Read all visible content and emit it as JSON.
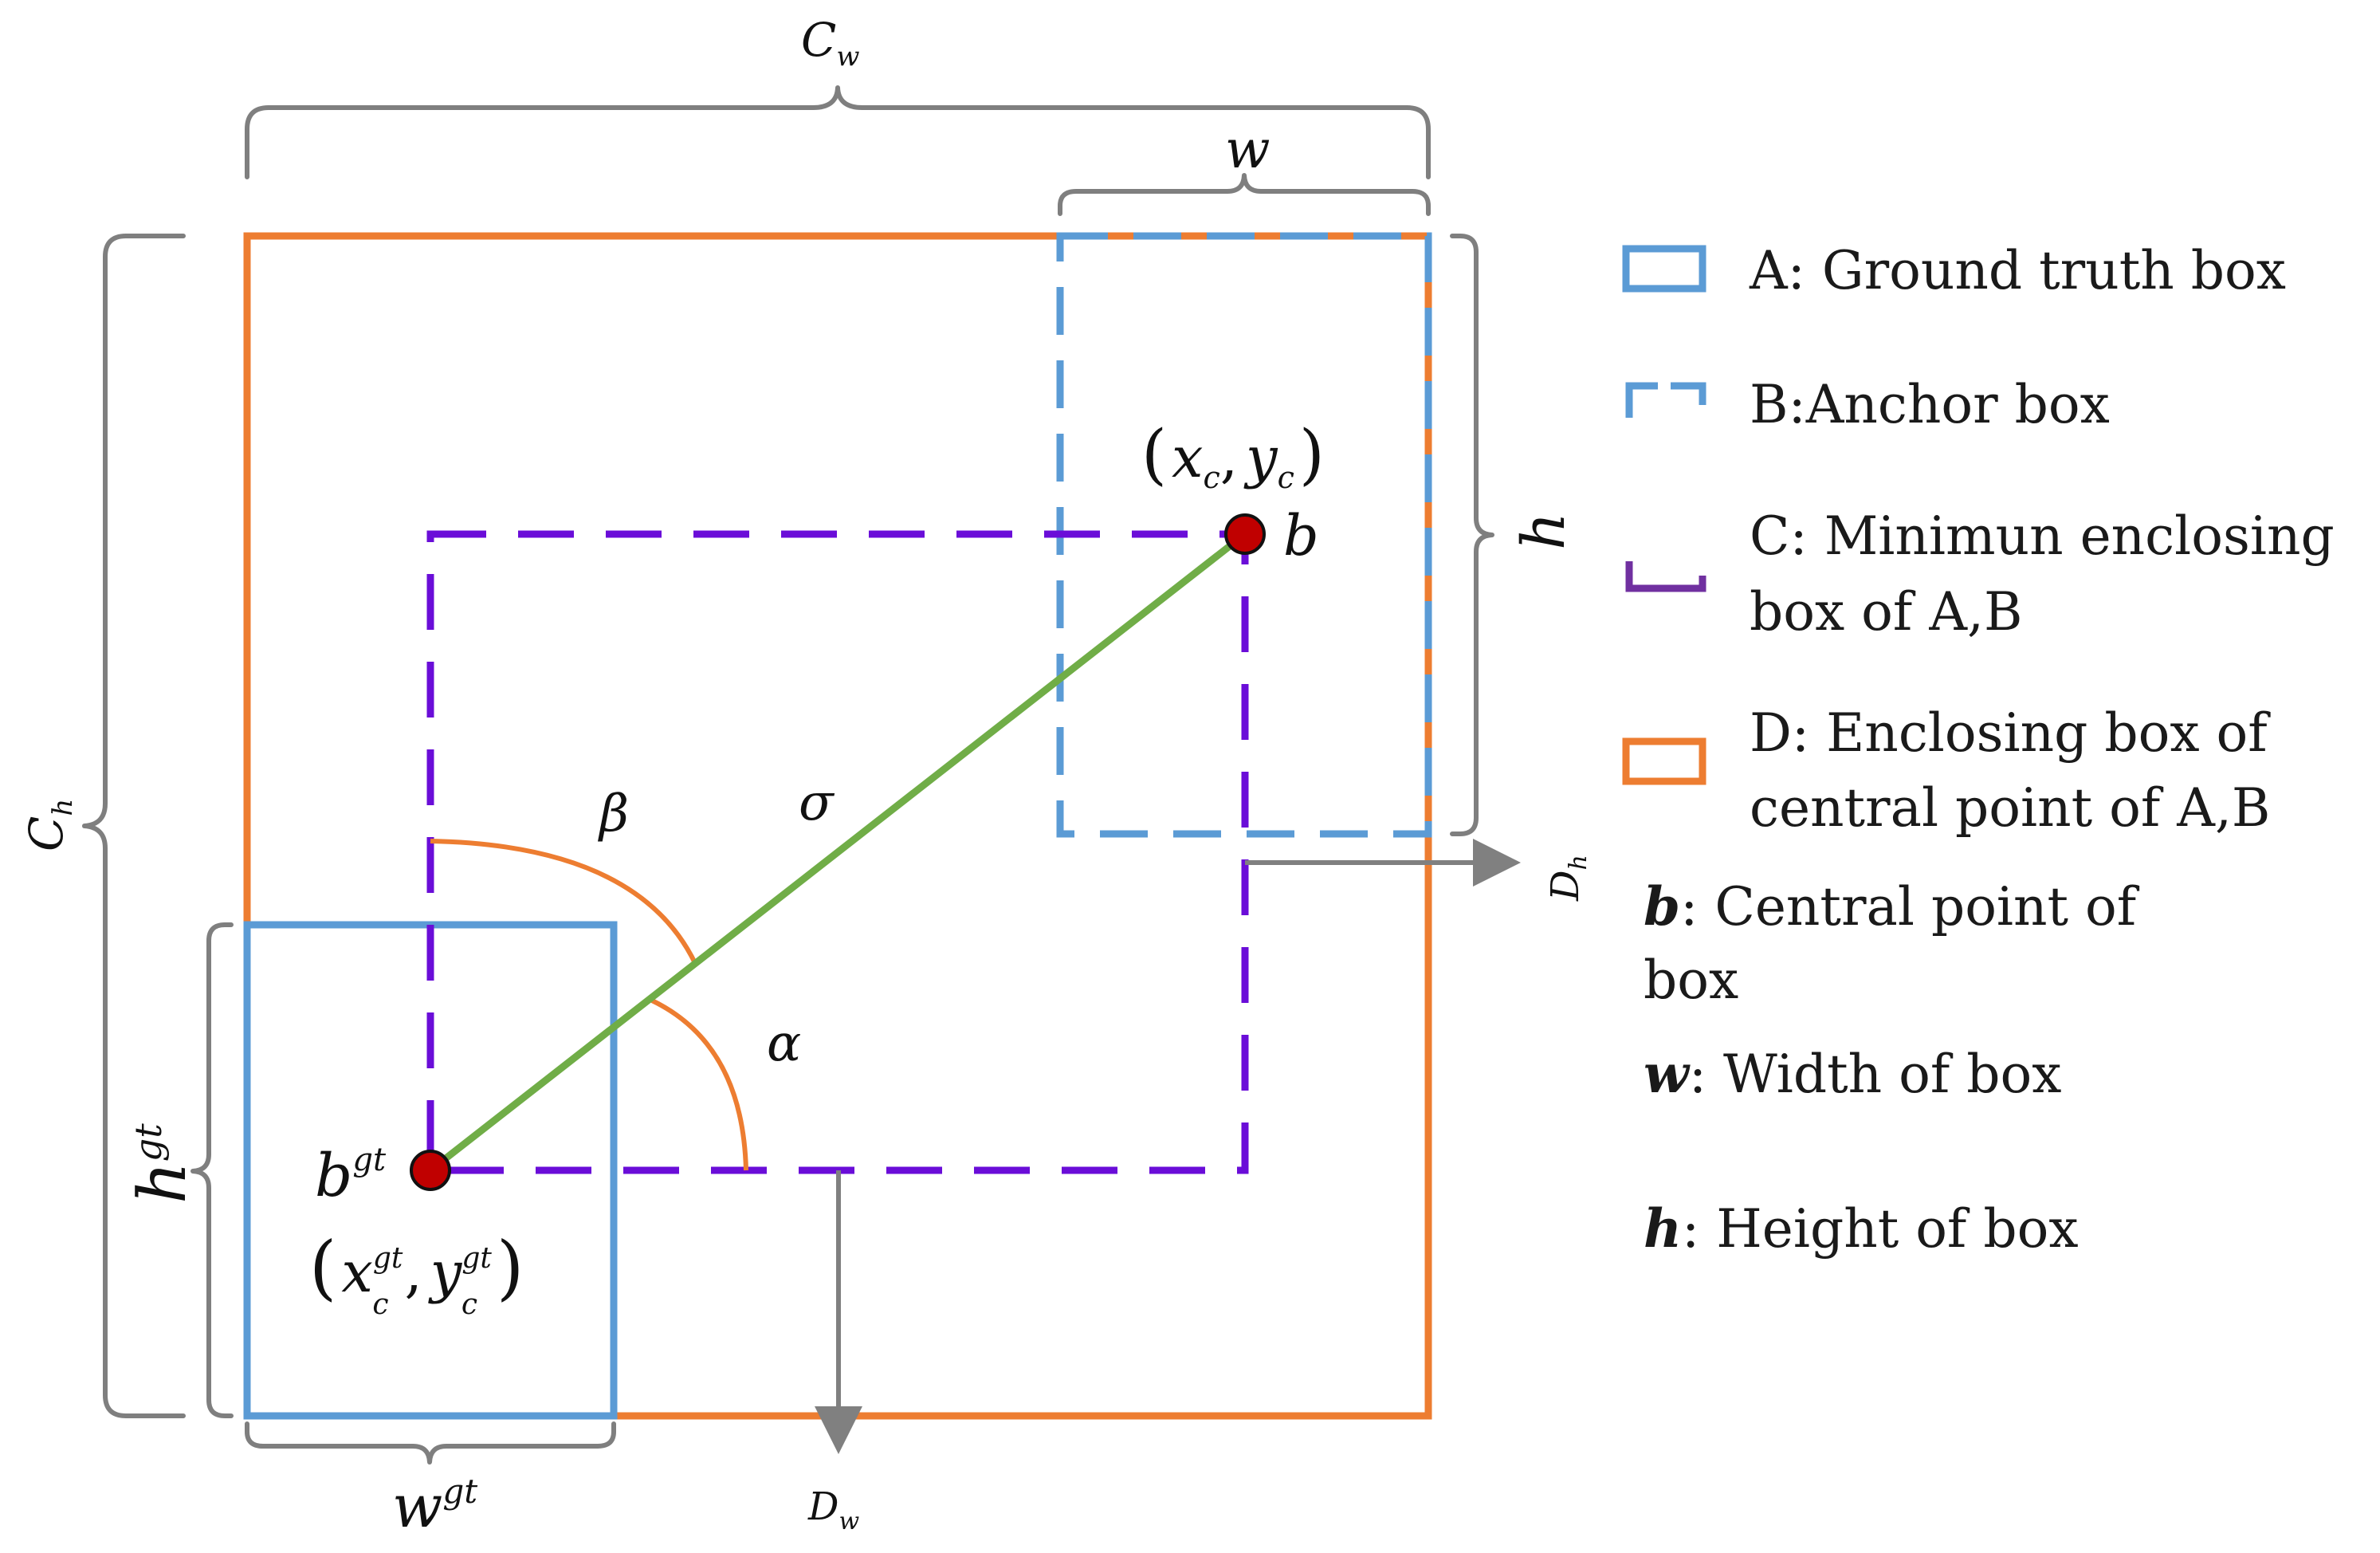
{
  "colors": {
    "orange": "#ED7D31",
    "blue": "#5B9BD5",
    "purple": "#6A0DD8",
    "legend_purple": "#7030A0",
    "green": "#70AD47",
    "red_point": "#C00000",
    "gray": "#808080"
  },
  "dimensions": {
    "cw_base": "C",
    "cw_sub": "w",
    "ch_base": "C",
    "ch_sub": "h",
    "w": "w",
    "h": "h",
    "hgt_base": "h",
    "hgt_sup": "gt",
    "wgt_base": "w",
    "wgt_sup": "gt",
    "dh_base": "D",
    "dh_sub": "h",
    "dw_base": "D",
    "dw_sub": "w"
  },
  "points": {
    "b_label": "b",
    "b_coord_open": "(",
    "b_x": "x",
    "b_x_sub": "c",
    "b_comma": ",",
    "b_y": "y",
    "b_y_sub": "c",
    "b_coord_close": ")",
    "bgt_base": "b",
    "bgt_sup": "gt",
    "bgt_x": "x",
    "bgt_x_sup": "gt",
    "bgt_x_sub": "c",
    "bgt_y": "y",
    "bgt_y_sup": "gt",
    "bgt_y_sub": "c"
  },
  "angles": {
    "beta": "β",
    "sigma": "σ",
    "alpha": "α"
  },
  "legend": {
    "a": "A: Ground  truth box",
    "b": "B:Anchor box",
    "c_line1": "C: Minimun enclosing",
    "c_line2": "box of A,B",
    "d_line1": "D: Enclosing box of",
    "d_line2": "central point of A,B",
    "b_def_key": "b",
    "b_def_line1": ": Central point of",
    "b_def_line2": "box",
    "w_def_key": "w",
    "w_def": ": Width of box",
    "h_def_key": "h",
    "h_def": ": Height of box"
  }
}
